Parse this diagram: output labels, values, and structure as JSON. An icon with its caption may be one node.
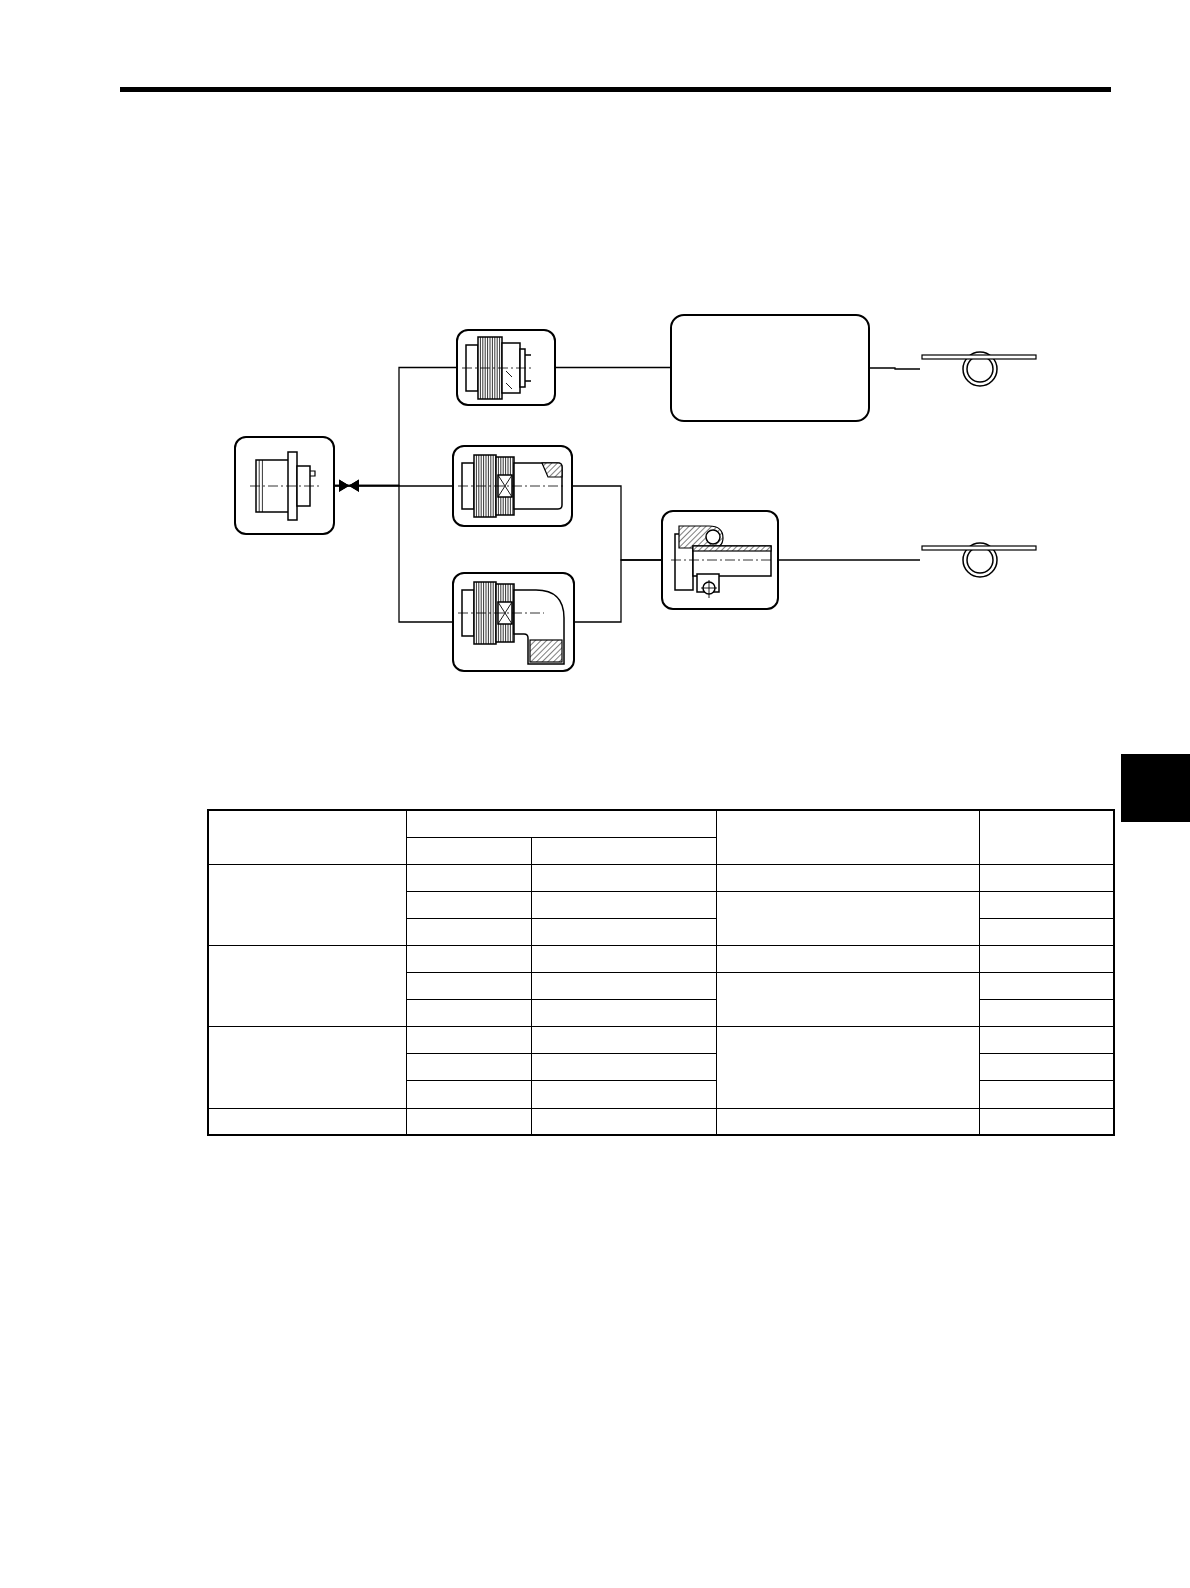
{
  "diagram": {
    "nodes": [
      {
        "text": [],
        "shape": "picture"
      },
      {
        "text": [],
        "shape": "picture"
      },
      {
        "text": [],
        "shape": "picture"
      },
      {
        "text": [],
        "shape": "picture"
      },
      {
        "text": [],
        "shape": "box"
      },
      {
        "text": [],
        "shape": "picture"
      },
      {
        "text": [],
        "shape": "picture"
      },
      {
        "text": [],
        "shape": "picture"
      }
    ],
    "edges": [
      {
        "from": 1,
        "to": 0,
        "arrow": "to"
      },
      {
        "from": 2,
        "to": 0,
        "arrow": "to"
      },
      {
        "from": 3,
        "to": 0,
        "arrow": "to"
      },
      {
        "from": 1,
        "to": 4,
        "arrow": "none"
      },
      {
        "from": 4,
        "to": 6,
        "arrow": "none"
      },
      {
        "from": 2,
        "to": 5,
        "arrow": "none"
      },
      {
        "from": 3,
        "to": 5,
        "arrow": "none"
      },
      {
        "from": 5,
        "to": 7,
        "arrow": "none"
      }
    ]
  }
}
